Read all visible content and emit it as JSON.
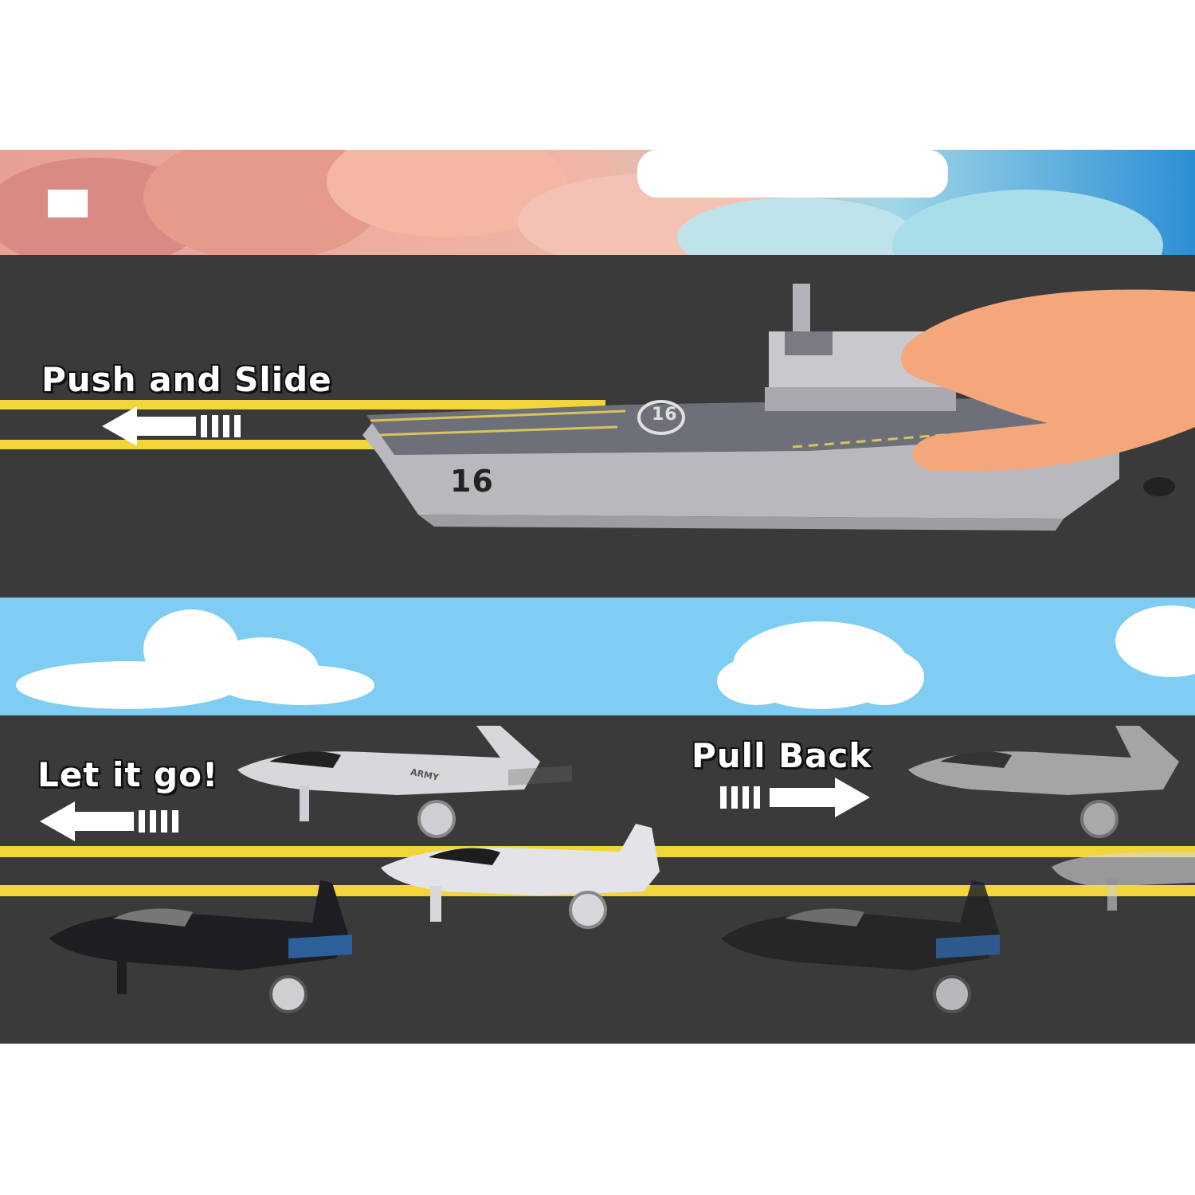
{
  "top_panel": {
    "caption": "Push and Slide",
    "arrow_direction": "left",
    "hull_number_side": "16",
    "hull_number_deck": "16",
    "toy": "aircraft carrier"
  },
  "bottom_panel": {
    "caption_left": "Let it go!",
    "caption_right": "Pull Back",
    "left_arrow_direction": "left",
    "right_arrow_direction": "right",
    "toys": [
      "white fighter jet",
      "white fighter jet",
      "black fighter jet"
    ],
    "jet_label": "ARMY"
  },
  "colors": {
    "road": "#3a3a3a",
    "lane_line": "#f2d43b",
    "sky_top": "#e9a08f",
    "sky_blue": "#7fcdf2",
    "arrow": "#ffffff",
    "background": "#ffffff"
  }
}
